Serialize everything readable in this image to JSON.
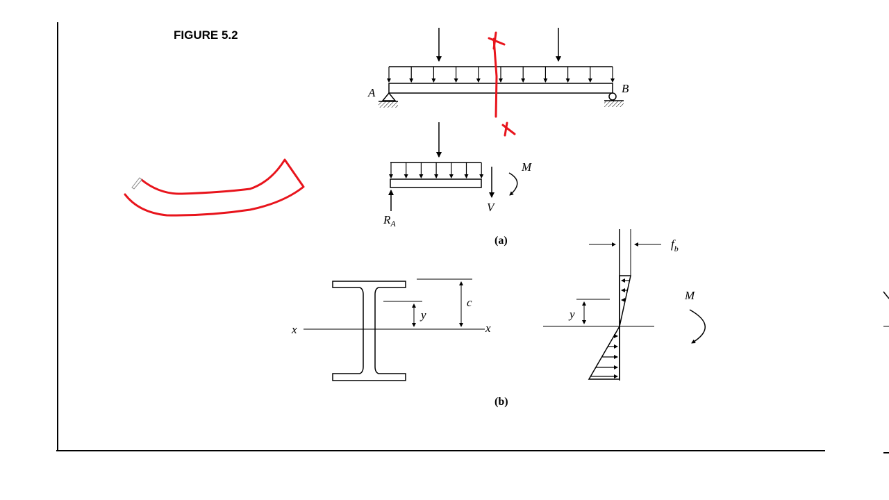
{
  "figure_title": "FIGURE 5.2",
  "part_a": {
    "support_left": "A",
    "support_right": "B",
    "moment": "M",
    "shear": "V",
    "reaction": "R",
    "reaction_subscript": "A",
    "caption": "(a)"
  },
  "part_b": {
    "axis_left": "x",
    "axis_right": "x",
    "c_label": "c",
    "y_label": "y",
    "y_label_stress": "y",
    "stress": "f",
    "stress_subscript": "b",
    "moment": "M",
    "caption": "(b)"
  },
  "colors": {
    "ink": "#000000",
    "annotation": "#e8141c"
  }
}
